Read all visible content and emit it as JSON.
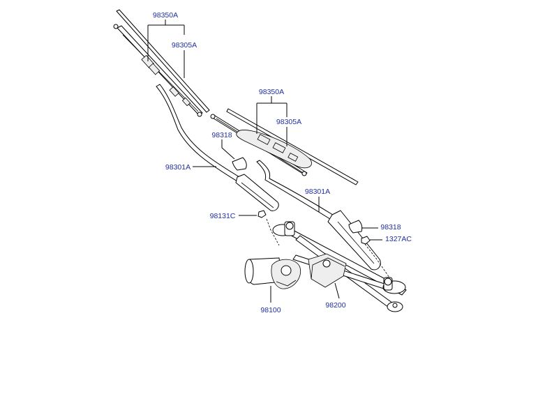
{
  "callouts": {
    "blade_assy_left": "98350A",
    "refill_left": "98305A",
    "blade_assy_right": "98350A",
    "refill_right": "98305A",
    "cap_upper": "98318",
    "arm_left": "98301A",
    "arm_right": "98301A",
    "nut": "98131C",
    "cap_lower": "98318",
    "cap_nut": "1327AC",
    "motor": "98100",
    "linkage": "98200"
  },
  "colors": {
    "label": "#1f2fa0",
    "line": "#000000"
  }
}
